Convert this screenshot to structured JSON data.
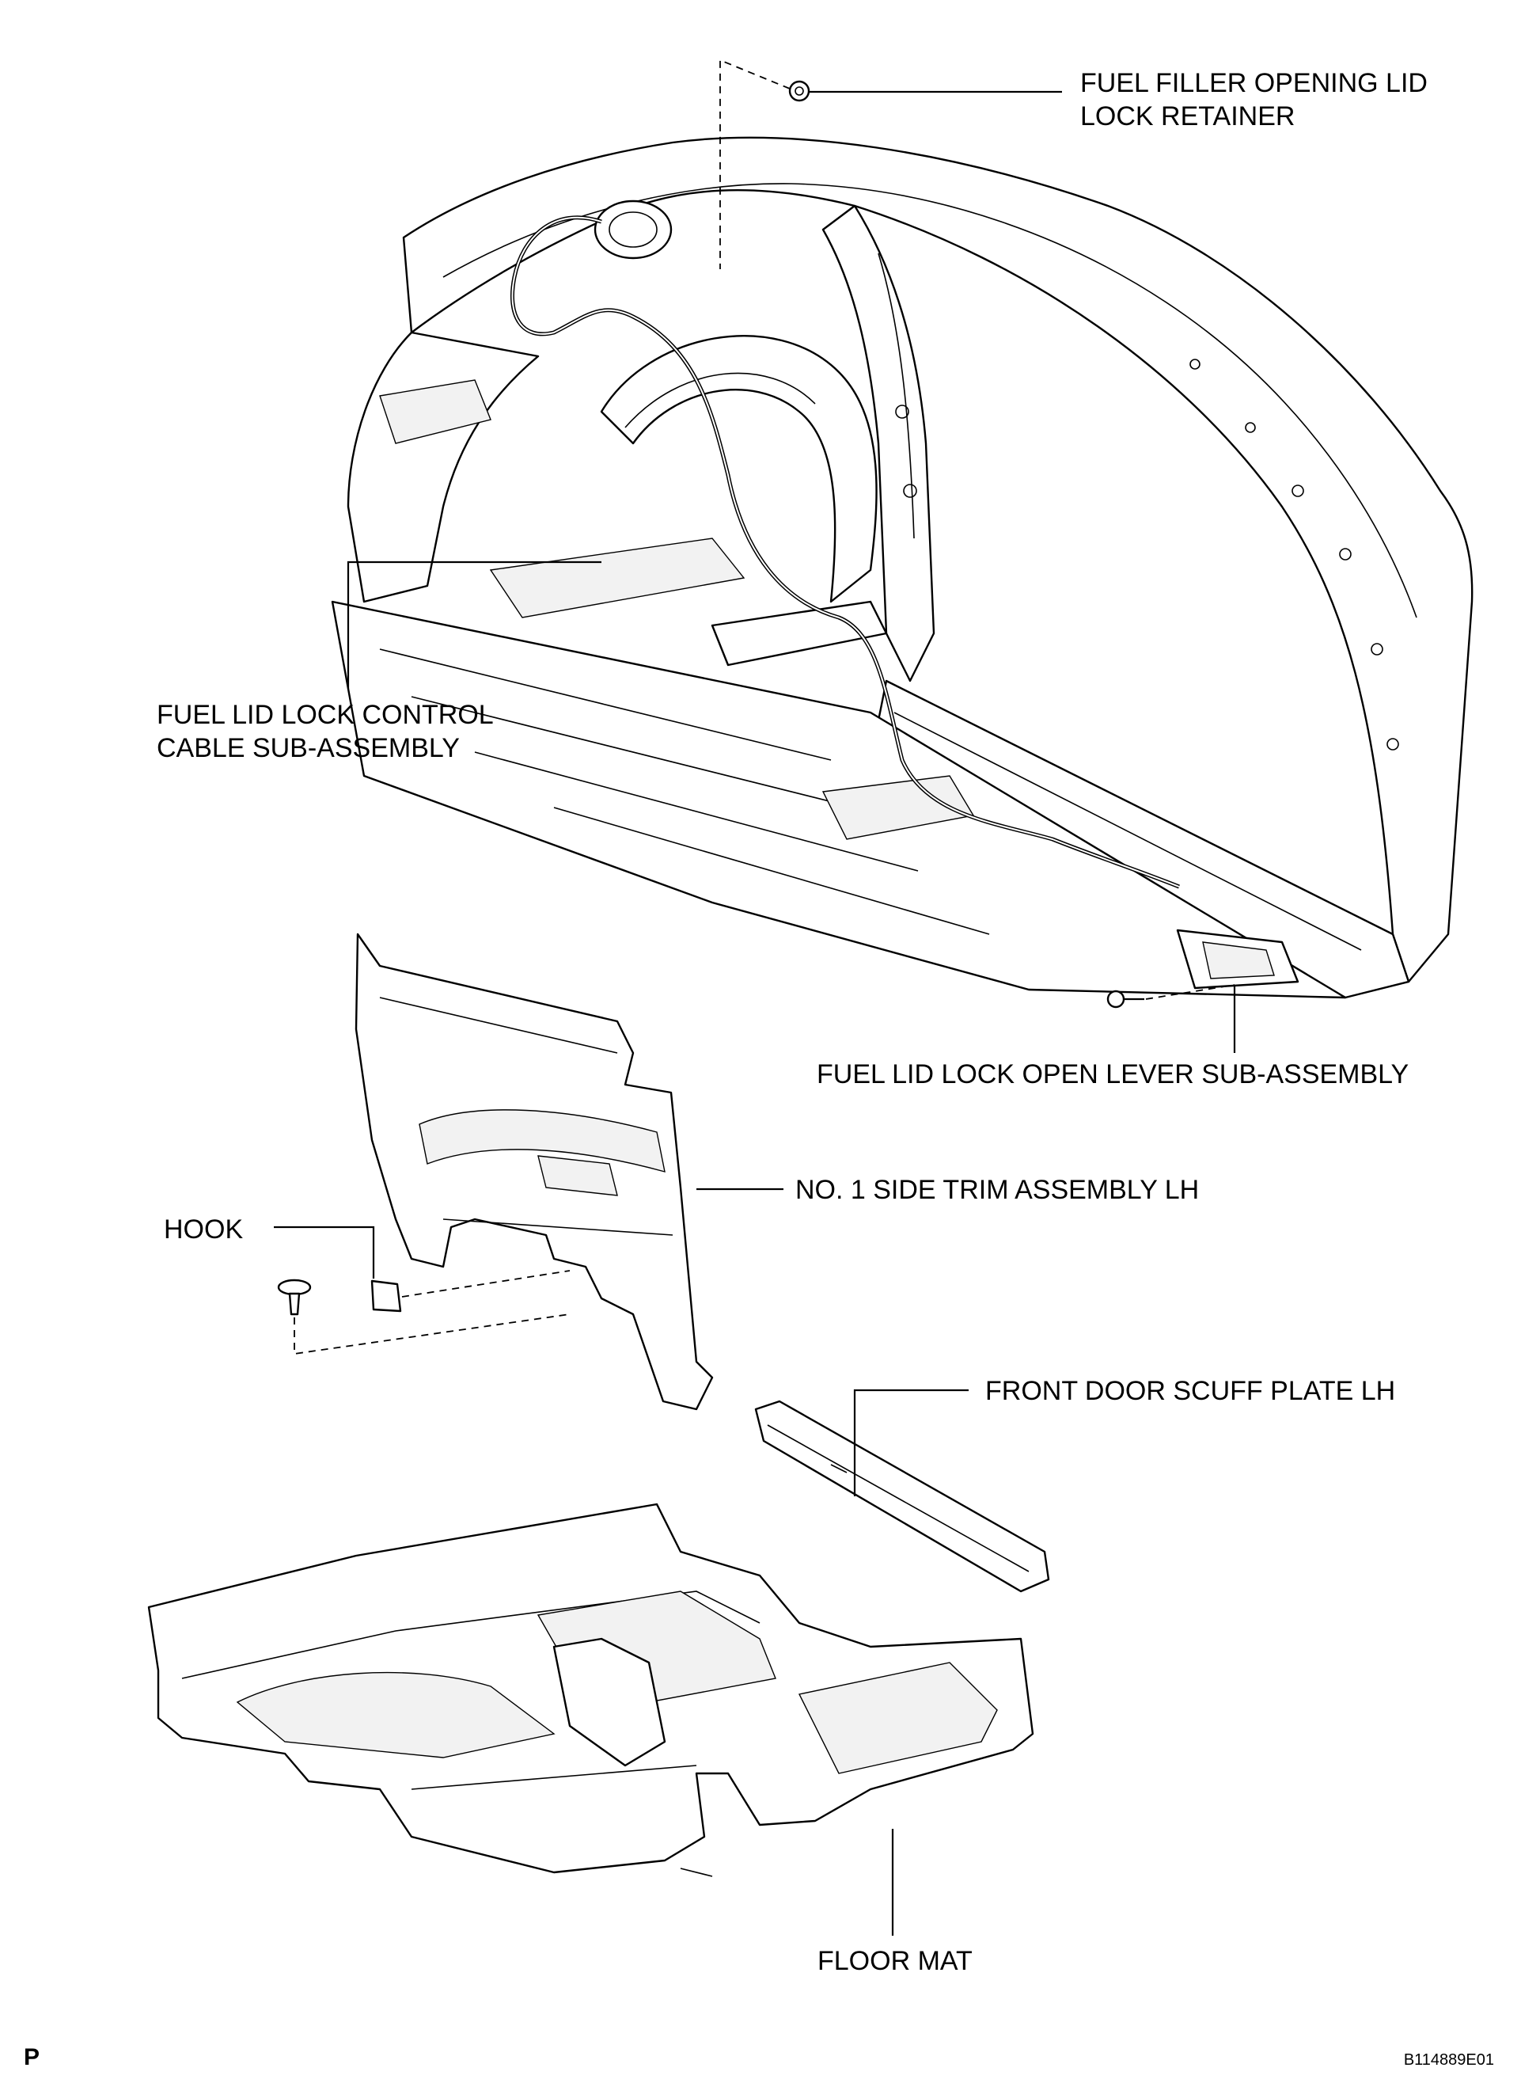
{
  "labels": {
    "retainer_line1": "FUEL FILLER OPENING LID",
    "retainer_line2": "LOCK RETAINER",
    "cable_line1": "FUEL LID LOCK CONTROL",
    "cable_line2": "CABLE SUB-ASSEMBLY",
    "lever": "FUEL LID LOCK OPEN LEVER SUB-ASSEMBLY",
    "side_trim": "NO. 1 SIDE TRIM ASSEMBLY LH",
    "hook": "HOOK",
    "scuff_plate": "FRONT DOOR SCUFF PLATE LH",
    "floor_mat": "FLOOR MAT"
  },
  "footer": {
    "corner_mark": "P",
    "figure_id": "B114889E01"
  }
}
